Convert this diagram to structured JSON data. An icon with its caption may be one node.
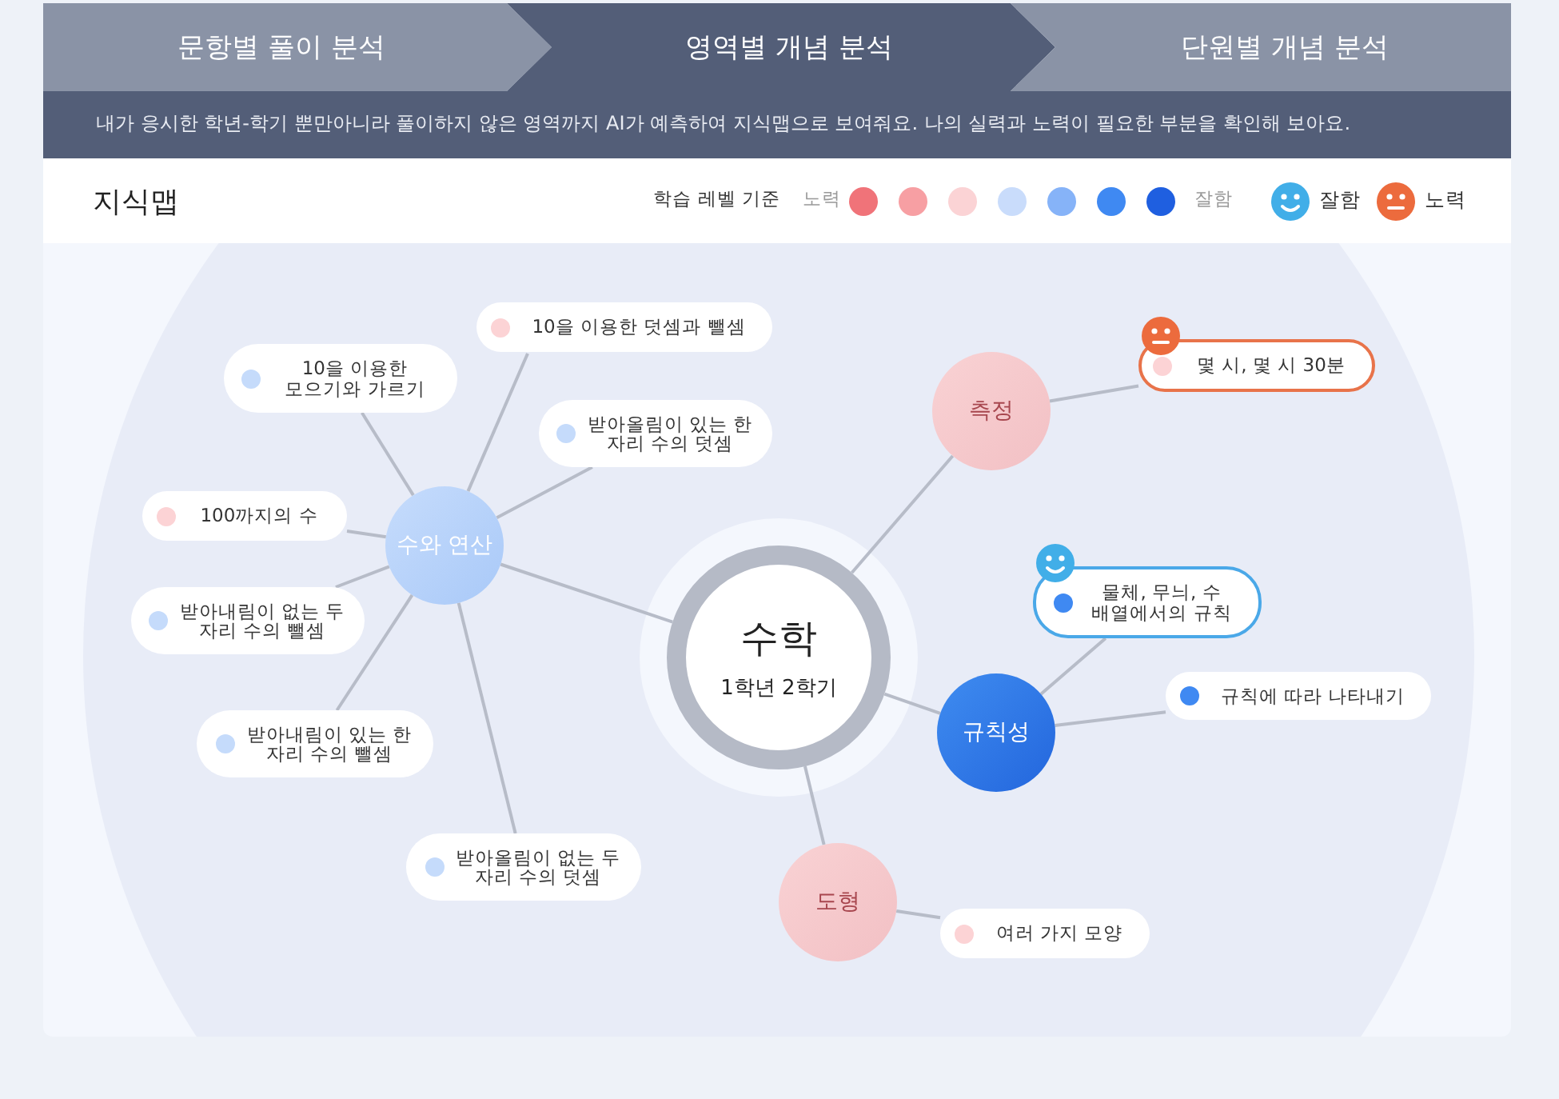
{
  "diagram": {
    "title": "지식맵",
    "nodes": [
      {
        "text": [
          "문항별 풀이 분석"
        ]
      },
      {
        "text": [
          "영역별 개념 분석"
        ]
      },
      {
        "text": [
          "단원별 개념 분석"
        ]
      },
      {
        "text": [
          "수학",
          "1학년 2학기"
        ]
      },
      {
        "text": [
          "수와 연산"
        ]
      },
      {
        "text": [
          "10을 이용한 모으기와 가르기"
        ]
      },
      {
        "text": [
          "10을 이용한 덧셈과 뺄셈"
        ]
      },
      {
        "text": [
          "받아올림이 있는 한 자리 수의 덧셈"
        ]
      },
      {
        "text": [
          "100까지의 수"
        ]
      },
      {
        "text": [
          "받아내림이 없는 두 자리 수의 뺄셈"
        ]
      },
      {
        "text": [
          "받아내림이 있는 한 자리 수의 뺄셈"
        ]
      },
      {
        "text": [
          "받아올림이 없는 두 자리 수의 덧셈"
        ]
      },
      {
        "text": [
          "측정"
        ]
      },
      {
        "text": [
          "몇 시, 몇 시 30분"
        ]
      },
      {
        "text": [
          "규칙성"
        ]
      },
      {
        "text": [
          "물체, 무늬, 수 배열에서의 규칙"
        ]
      },
      {
        "text": [
          "규칙에 따라 나타내기"
        ]
      },
      {
        "text": [
          "도형"
        ]
      },
      {
        "text": [
          "여러 가지 모양"
        ]
      }
    ],
    "edges": [
      {
        "from": 3,
        "to": 4,
        "arrow": "none"
      },
      {
        "from": 3,
        "to": 12,
        "arrow": "none"
      },
      {
        "from": 3,
        "to": 14,
        "arrow": "none"
      },
      {
        "from": 3,
        "to": 17,
        "arrow": "none"
      },
      {
        "from": 4,
        "to": 5,
        "arrow": "none"
      },
      {
        "from": 4,
        "to": 6,
        "arrow": "none"
      },
      {
        "from": 4,
        "to": 7,
        "arrow": "none"
      },
      {
        "from": 4,
        "to": 8,
        "arrow": "none"
      },
      {
        "from": 4,
        "to": 9,
        "arrow": "none"
      },
      {
        "from": 4,
        "to": 10,
        "arrow": "none"
      },
      {
        "from": 4,
        "to": 11,
        "arrow": "none"
      },
      {
        "from": 12,
        "to": 13,
        "arrow": "none"
      },
      {
        "from": 14,
        "to": 15,
        "arrow": "none"
      },
      {
        "from": 14,
        "to": 16,
        "arrow": "none"
      },
      {
        "from": 17,
        "to": 18,
        "arrow": "none"
      }
    ],
    "labels": [
      "내가 응시한 학년-학기 뿐만아니라 풀이하지 않은 영역까지 AI가 예측하여 지식맵으로 보여줘요. 나의 실력과 노력이 필요한 부분을 확인해 보아요.",
      "학습 레벨 기준",
      "노력",
      "잘함"
    ],
    "legend": [
      {
        "text": "잘함"
      },
      {
        "text": "노력"
      }
    ]
  }
}
